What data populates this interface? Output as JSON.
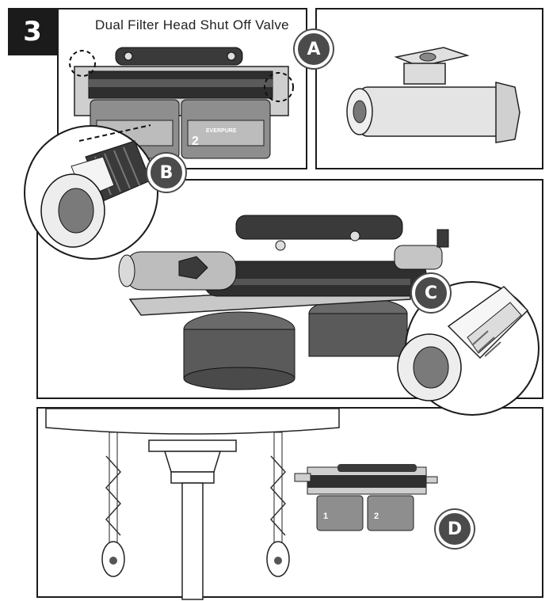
{
  "step": {
    "number": "3"
  },
  "title": "Dual Filter Head Shut Off Valve",
  "callouts": {
    "a": "A",
    "b": "B",
    "c": "C",
    "d": "D"
  },
  "filters": {
    "label_1": "1",
    "label_2": "2",
    "brand_mark": "EVERPURE"
  },
  "colors": {
    "frame": "#1b1b1b",
    "badge": "#4b4b4b",
    "housing": "#3a3a3a",
    "canister": "#555555",
    "valve_body": "#d8d8d8"
  }
}
